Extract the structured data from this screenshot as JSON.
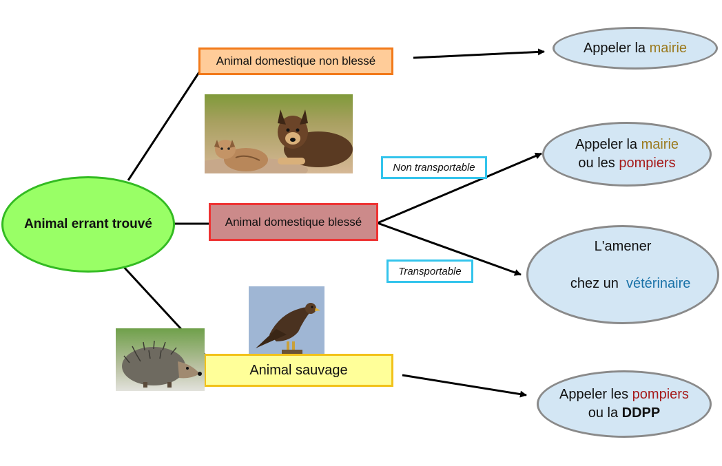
{
  "central": {
    "label": "Animal errant trouvé"
  },
  "branches": {
    "domestic_unhurt": {
      "label": "Animal domestique non blessé",
      "action": {
        "line1_prefix": "Appeler la ",
        "line1_keyword": "mairie"
      }
    },
    "domestic_injured": {
      "label": "Animal domestique blessé",
      "option_non_transportable": {
        "tag": "Non transportable",
        "action": {
          "line1_prefix": "Appeler la ",
          "line1_keyword": "mairie",
          "line2_prefix": "ou les ",
          "line2_keyword": "pompiers"
        }
      },
      "option_transportable": {
        "tag": "Transportable",
        "action": {
          "line1": "L'amener",
          "line2_prefix": "chez un  ",
          "line2_keyword": "vétérinaire"
        }
      }
    },
    "wild": {
      "label": "Animal sauvage",
      "action": {
        "line1_prefix": "Appeler les ",
        "line1_keyword": "pompiers",
        "line2_prefix": "ou la ",
        "line2_keyword": "DDPP"
      }
    }
  },
  "colors": {
    "central_fill": "#99ff66",
    "central_border": "#33bb22",
    "domestic_unhurt_fill": "#ffcc99",
    "domestic_unhurt_border": "#f27a1a",
    "domestic_injured_fill": "#cc8a8a",
    "domestic_injured_border": "#ee3333",
    "wild_fill": "#ffff99",
    "wild_border": "#f2c21a",
    "action_fill": "#d3e6f4",
    "action_border": "#8a8a8a",
    "tag_border": "#33c4ec",
    "keyword_mairie": "#9b7a1e",
    "keyword_pompiers": "#a61b1b",
    "keyword_veterinaire": "#1a72a8"
  },
  "images": [
    "dog-and-cat-photo",
    "eagle-photo",
    "hedgehog-photo"
  ]
}
